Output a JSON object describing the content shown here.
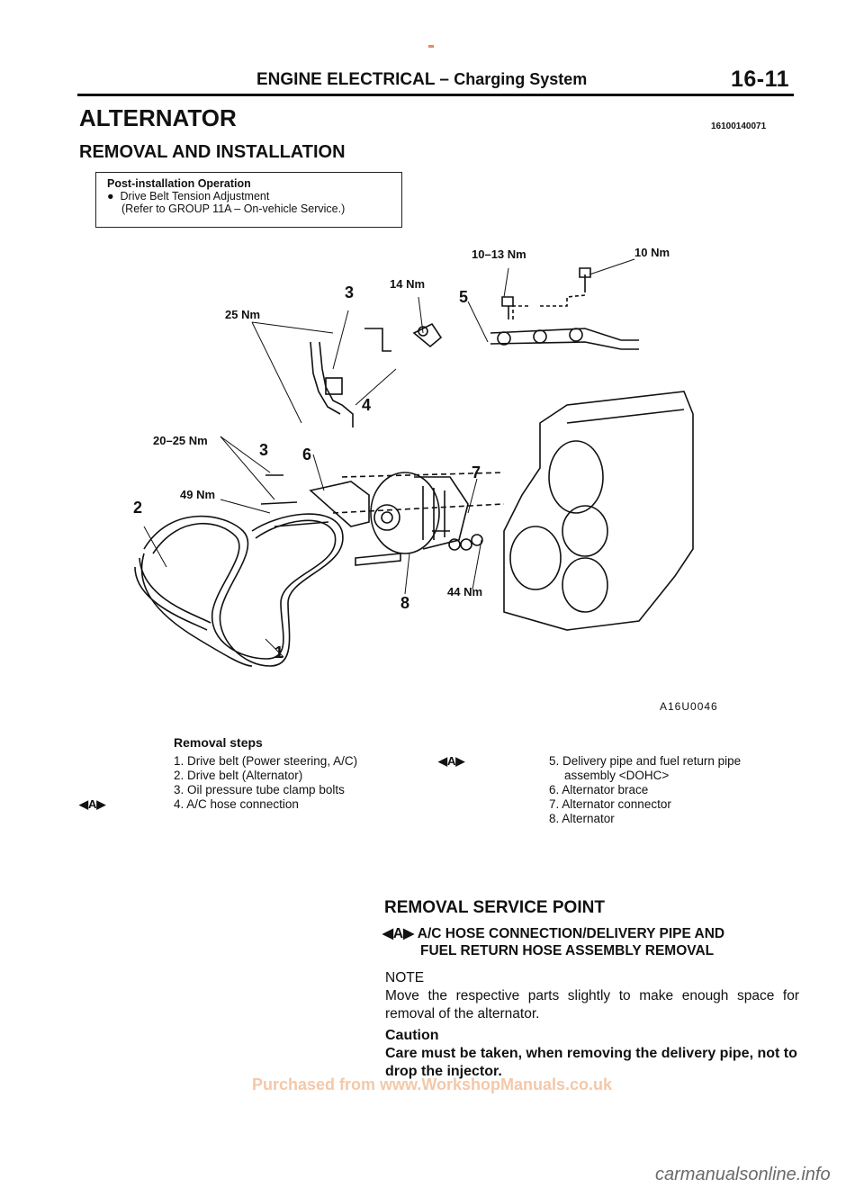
{
  "header": {
    "title": "ENGINE ELECTRICAL",
    "dash": "–",
    "subtitle": "Charging System",
    "page_number": "16-11"
  },
  "heading": "ALTERNATOR",
  "doc_code": "16100140071",
  "subheading": "REMOVAL AND INSTALLATION",
  "post_install": {
    "title": "Post-installation Operation",
    "bullet": "●",
    "item": "Drive Belt Tension Adjustment",
    "ref": "(Refer to GROUP 11A – On-vehicle Service.)"
  },
  "diagram": {
    "torques": [
      "25 Nm",
      "14 Nm",
      "10–13 Nm",
      "10 Nm",
      "20–25 Nm",
      "49 Nm",
      "44 Nm"
    ],
    "part_numbers": [
      "1",
      "2",
      "3",
      "3",
      "4",
      "5",
      "6",
      "7",
      "8"
    ],
    "figure_code": "A16U0046"
  },
  "removal_steps": {
    "title": "Removal steps",
    "left": [
      "1. Drive belt (Power steering, A/C)",
      "2. Drive belt (Alternator)",
      "3. Oil pressure tube clamp bolts",
      "4. A/C hose connection"
    ],
    "right": [
      "5. Delivery pipe and fuel return pipe",
      "assembly <DOHC>",
      "6. Alternator brace",
      "7. Alternator connector",
      "8. Alternator"
    ],
    "marker": "◀A▶"
  },
  "service_point": {
    "title": "REMOVAL SERVICE POINT",
    "marker": "◀A▶",
    "subtitle_line1": "A/C HOSE CONNECTION/DELIVERY PIPE AND",
    "subtitle_line2": "FUEL RETURN HOSE ASSEMBLY REMOVAL",
    "note_title": "NOTE",
    "note_body": "Move the respective parts slightly to make enough space for removal of the alternator.",
    "caution_title": "Caution",
    "caution_body": "Care must be taken, when removing the delivery pipe, not to drop the injector."
  },
  "watermark": "Purchased from www.WorkshopManuals.co.uk",
  "footer": "carmanualsonline.info"
}
